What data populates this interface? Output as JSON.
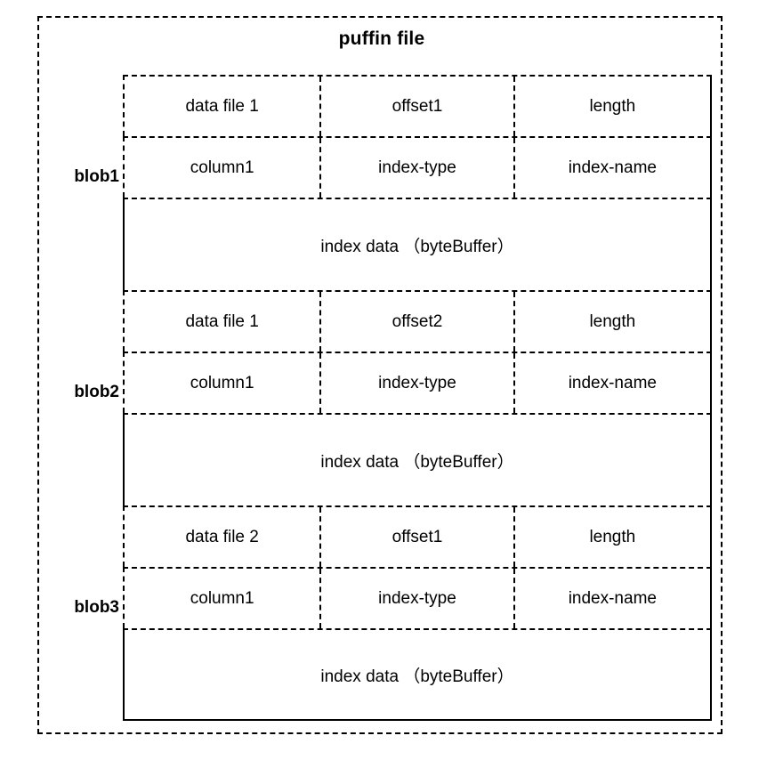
{
  "diagram": {
    "type": "block-layout",
    "title": "puffin file",
    "container_label": "puffin file",
    "blobs": [
      {
        "label": "blob1",
        "meta_rows": [
          {
            "cells": [
              "data file 1",
              "offset1",
              "length"
            ]
          },
          {
            "cells": [
              "column1",
              "index-type",
              "index-name"
            ]
          }
        ],
        "data_row": "index data （byteBuffer）"
      },
      {
        "label": "blob2",
        "meta_rows": [
          {
            "cells": [
              "data file 1",
              "offset2",
              "length"
            ]
          },
          {
            "cells": [
              "column1",
              "index-type",
              "index-name"
            ]
          }
        ],
        "data_row": "index data （byteBuffer）"
      },
      {
        "label": "blob3",
        "meta_rows": [
          {
            "cells": [
              "data file 2",
              "offset1",
              "length"
            ]
          },
          {
            "cells": [
              "column1",
              "index-type",
              "index-name"
            ]
          }
        ],
        "data_row": "index data （byteBuffer）"
      }
    ],
    "colors": {
      "stroke": "#000000",
      "background": "#ffffff",
      "text": "#000000"
    }
  }
}
